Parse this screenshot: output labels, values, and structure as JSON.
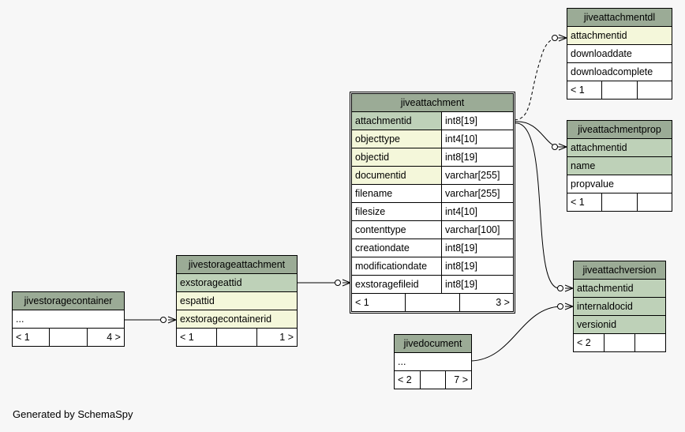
{
  "footer_text": "Generated by SchemaSpy",
  "tables": {
    "jiveattachment": {
      "title": "jiveattachment",
      "columns": [
        {
          "name": "attachmentid",
          "type": "int8[19]",
          "kind": "pk"
        },
        {
          "name": "objecttype",
          "type": "int4[10]",
          "kind": "fk"
        },
        {
          "name": "objectid",
          "type": "int8[19]",
          "kind": "fk"
        },
        {
          "name": "documentid",
          "type": "varchar[255]",
          "kind": "fk"
        },
        {
          "name": "filename",
          "type": "varchar[255]",
          "kind": "plain"
        },
        {
          "name": "filesize",
          "type": "int4[10]",
          "kind": "plain"
        },
        {
          "name": "contenttype",
          "type": "varchar[100]",
          "kind": "plain"
        },
        {
          "name": "creationdate",
          "type": "int8[19]",
          "kind": "plain"
        },
        {
          "name": "modificationdate",
          "type": "int8[19]",
          "kind": "plain"
        },
        {
          "name": "exstoragefileid",
          "type": "int8[19]",
          "kind": "plain"
        }
      ],
      "footer": [
        "< 1",
        "",
        "3 >"
      ]
    },
    "jiveattachmentdl": {
      "title": "jiveattachmentdl",
      "columns": [
        {
          "name": "attachmentid",
          "kind": "fk"
        },
        {
          "name": "downloaddate",
          "kind": "plain"
        },
        {
          "name": "downloadcomplete",
          "kind": "plain"
        }
      ],
      "footer": [
        "< 1",
        "",
        ""
      ]
    },
    "jiveattachmentprop": {
      "title": "jiveattachmentprop",
      "columns": [
        {
          "name": "attachmentid",
          "kind": "pk"
        },
        {
          "name": "name",
          "kind": "pk"
        },
        {
          "name": "propvalue",
          "kind": "plain"
        }
      ],
      "footer": [
        "< 1",
        "",
        ""
      ]
    },
    "jiveattachversion": {
      "title": "jiveattachversion",
      "columns": [
        {
          "name": "attachmentid",
          "kind": "pk"
        },
        {
          "name": "internaldocid",
          "kind": "pk"
        },
        {
          "name": "versionid",
          "kind": "pk"
        }
      ],
      "footer": [
        "< 2",
        "",
        ""
      ]
    },
    "jivestorageattachment": {
      "title": "jivestorageattachment",
      "columns": [
        {
          "name": "exstorageattid",
          "kind": "pk"
        },
        {
          "name": "espattid",
          "kind": "fk"
        },
        {
          "name": "exstoragecontainerid",
          "kind": "fk"
        }
      ],
      "footer": [
        "< 1",
        "",
        "1 >"
      ]
    },
    "jivestoragecontainer": {
      "title": "jivestoragecontainer",
      "columns": [
        {
          "name": "...",
          "kind": "plain"
        }
      ],
      "footer": [
        "< 1",
        "",
        "4 >"
      ]
    },
    "jivedocument": {
      "title": "jivedocument",
      "columns": [
        {
          "name": "...",
          "kind": "plain"
        }
      ],
      "footer": [
        "< 2",
        "",
        "7 >"
      ]
    }
  },
  "relationships": [
    {
      "from": "jiveattachment.attachmentid",
      "to": "jiveattachmentdl.attachmentid",
      "style": "dashed"
    },
    {
      "from": "jiveattachment.attachmentid",
      "to": "jiveattachmentprop.attachmentid",
      "style": "solid"
    },
    {
      "from": "jiveattachment.attachmentid",
      "to": "jiveattachversion.attachmentid",
      "style": "solid"
    },
    {
      "from": "jivedocument",
      "to": "jiveattachversion.internaldocid",
      "style": "solid"
    },
    {
      "from": "jivestorageattachment.exstorageattid",
      "to": "jiveattachment.exstoragefileid",
      "style": "solid"
    },
    {
      "from": "jivestoragecontainer",
      "to": "jivestorageattachment.exstoragecontainerid",
      "style": "solid"
    }
  ],
  "colors": {
    "title": "#9bab96",
    "primary_key": "#bed1b8",
    "foreign_key": "#f4f7da",
    "background": "#f7f7f7"
  }
}
